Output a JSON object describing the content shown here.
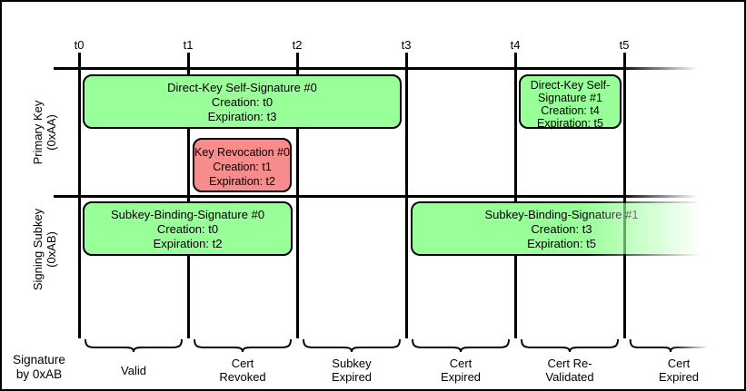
{
  "diagram": {
    "description": "OpenPGP key signature validity timeline"
  },
  "timeline": {
    "ticks": [
      "t0",
      "t1",
      "t2",
      "t3",
      "t4",
      "t5"
    ]
  },
  "rows": [
    {
      "label": "Primary Key\n(0xAA)"
    },
    {
      "label": "Signing Subkey\n(0xAB)"
    }
  ],
  "boxes": [
    {
      "title": "Direct-Key Self-Signature #0",
      "creation": "Creation: t0",
      "expiration": "Expiration: t3",
      "color": "green",
      "row": "primary-key",
      "span": "t0-t3"
    },
    {
      "title": "Key Revocation #0",
      "creation": "Creation: t1",
      "expiration": "Expiration: t2",
      "color": "red",
      "row": "primary-key",
      "span": "t1-t2"
    },
    {
      "title": "Direct-Key Self-Signature #1",
      "creation": "Creation: t4",
      "expiration": "Expiration: t5",
      "color": "green",
      "row": "primary-key",
      "span": "t4-t5"
    },
    {
      "title": "Subkey-Binding-Signature #0",
      "creation": "Creation: t0",
      "expiration": "Expiration: t2",
      "color": "green",
      "row": "signing-subkey",
      "span": "t0-t2"
    },
    {
      "title": "Subkey-Binding-Signature #1",
      "creation": "Creation: t3",
      "expiration": "Expiration: t5",
      "color": "green",
      "row": "signing-subkey",
      "span": "t3-beyond",
      "fade_right": true
    }
  ],
  "footer": {
    "axis_label": "Signature\nby 0xAB",
    "zones": [
      {
        "label": "Valid",
        "span": "t0-t1"
      },
      {
        "label": "Cert\nRevoked",
        "span": "t1-t2"
      },
      {
        "label": "Subkey\nExpired",
        "span": "t2-t3"
      },
      {
        "label": "Cert\nExpired",
        "span": "t3-t4"
      },
      {
        "label": "Cert Re-\nValidated",
        "span": "t4-t5"
      },
      {
        "label": "Cert\nExpired",
        "span": "t5-beyond"
      }
    ]
  },
  "colors": {
    "signature_green": "#99ff99",
    "revocation_red": "#f78c8c",
    "line_black": "#000000"
  }
}
